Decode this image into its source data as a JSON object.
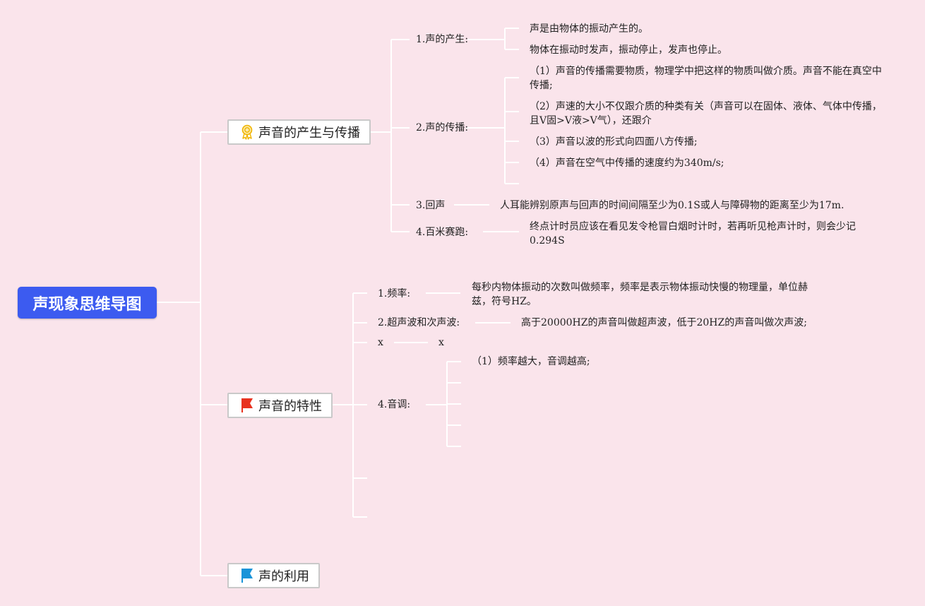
{
  "root": {
    "title": "声现象思维导图"
  },
  "branches": [
    {
      "label": "声音的产生与传播",
      "icon": "award-ribbon-icon",
      "children": [
        {
          "label": "1.声的产生:",
          "details": [
            "声是由物体的振动产生的。",
            "物体在振动时发声，振动停止，发声也停止。"
          ]
        },
        {
          "label": "2.声的传播:",
          "details": [
            "（1）声音的传播需要物质，物理学中把这样的物质叫做介质。声音不能在真空中传播;",
            "（2）声速的大小不仅跟介质的种类有关（声音可以在固体、液体、气体中传播，且V固>V液>V气），还跟介",
            "（3）声音以波的形式向四面八方传播;",
            "（4）声音在空气中传播的速度约为340m/s;"
          ]
        },
        {
          "label": "3.回声",
          "details": [
            "人耳能辨别原声与回声的时间间隔至少为0.1S或人与障碍物的距离至少为17m."
          ]
        },
        {
          "label": "4.百米赛跑:",
          "details": [
            "终点计时员应该在看见发令枪冒白烟时计时，若再听见枪声计时，则会少记0.294S"
          ]
        }
      ]
    },
    {
      "label": "声音的特性",
      "icon": "red-flag-icon",
      "children": [
        {
          "label": "1.频率:",
          "details": [
            "每秒内物体振动的次数叫做频率，频率是表示物体振动快慢的物理量，单位赫兹，符号HZ。"
          ]
        },
        {
          "label": "2.超声波和次声波:",
          "details": [
            "高于20000HZ的声音叫做超声波，低于20HZ的声音叫做次声波;"
          ]
        },
        {
          "label": "x",
          "details": [
            "x"
          ]
        },
        {
          "label": "4.音调:",
          "details": [
            "（1）频率越大，音调越高;"
          ]
        }
      ]
    },
    {
      "label": "声的利用",
      "icon": "blue-flag-icon",
      "children": []
    }
  ],
  "colors": {
    "background": "#fae4eb",
    "root": "#3c5bf0",
    "connector": "#ffffff",
    "flag_red": "#e8321f",
    "flag_blue": "#1a94d9",
    "award": "#f0b400"
  }
}
